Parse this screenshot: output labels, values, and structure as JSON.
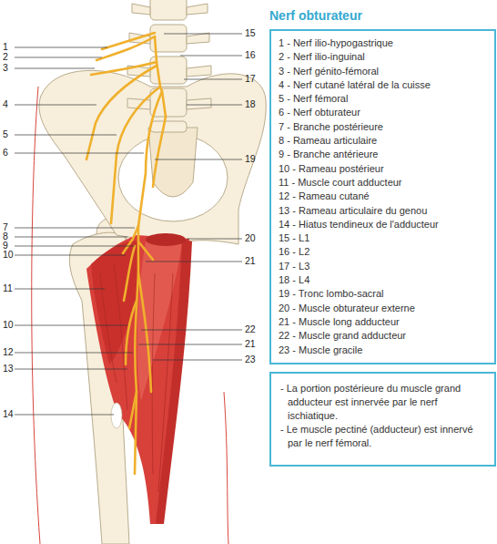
{
  "diagram": {
    "title": "Nerf obturateur",
    "nodes": [
      {
        "text": [
          "1 - Nerf ilio-hypogastrique",
          "2 - Nerf ilio-inguinal",
          "3 - Nerf génito-fémoral",
          "4 - Nerf cutané latéral de la cuisse",
          "5 - Nerf fémoral",
          "6 - Nerf obturateur",
          "7 - Branche postérieure",
          "8 - Rameau articulaire",
          "9 - Branche antérieure",
          "10 - Rameau postérieur",
          "11 - Muscle court adducteur",
          "12 - Rameau cutané",
          "13 - Rameau articulaire du genou",
          "14 - Hiatus tendineux de l'adducteur",
          "15 - L1",
          "16 - L2",
          "17 - L3",
          "18 - L4",
          "19 - Tronc lombo-sacral",
          "20 - Muscle obturateur externe",
          "21 - Muscle long adducteur",
          "22 - Muscle grand adducteur",
          "23 - Muscle gracile"
        ]
      },
      {
        "text": [
          "- La portion postérieure du muscle grand adducteur est innervée par le nerf ischiatique.",
          "- Le muscle pectiné (adducteur) est innervé par le nerf fémoral."
        ]
      }
    ],
    "labels": [
      "1",
      "2",
      "3",
      "4",
      "5",
      "6",
      "7",
      "8",
      "9",
      "10",
      "11",
      "10",
      "12",
      "13",
      "14",
      "15",
      "16",
      "17",
      "18",
      "19",
      "20",
      "21",
      "22",
      "21",
      "23"
    ]
  }
}
